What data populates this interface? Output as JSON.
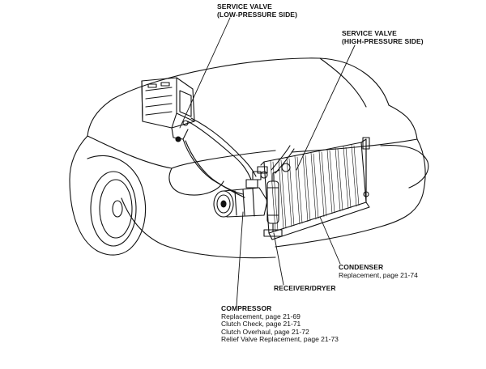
{
  "labels": {
    "service_valve_low": {
      "title": "SERVICE VALVE",
      "subtitle": "(LOW-PRESSURE SIDE)"
    },
    "service_valve_high": {
      "title": "SERVICE VALVE",
      "subtitle": "(HIGH-PRESSURE SIDE)"
    },
    "condenser": {
      "title": "CONDENSER",
      "lines": [
        "Replacement, page 21-74"
      ]
    },
    "receiver_dryer": {
      "title": "RECEIVER/DRYER"
    },
    "compressor": {
      "title": "COMPRESSOR",
      "lines": [
        "Replacement, page 21-69",
        "Clutch Check, page 21-71",
        "Clutch Overhaul, page 21-72",
        "Relief Valve Replacement, page 21-73"
      ]
    }
  }
}
